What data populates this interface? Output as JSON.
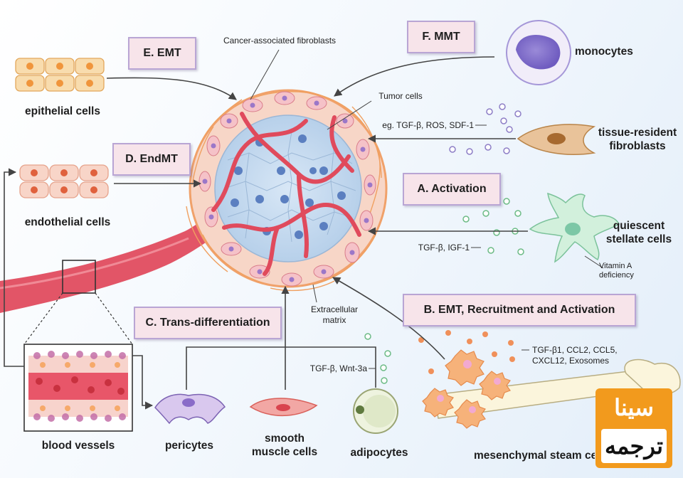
{
  "boxes": {
    "emt": "E. EMT",
    "mmt": "F. MMT",
    "endmt": "D. EndMT",
    "activation": "A. Activation",
    "emt_recruit": "B. EMT, Recruitment and Activation",
    "trans_diff": "C. Trans-differentiation"
  },
  "labels": {
    "caf": "Cancer-associated fibroblasts",
    "tumor_cells": "Tumor cells",
    "ecm_line1": "Extracellular",
    "ecm_line2": "matrix",
    "epithelial": "epithelial cells",
    "endothelial": "endothelial cells",
    "blood_vessels": "blood vessels",
    "pericytes": "pericytes",
    "smooth_line1": "smooth",
    "smooth_line2": "muscle cells",
    "adipocytes": "adipocytes",
    "mesenchymal": "mesenchymal steam cells",
    "monocytes": "monocytes",
    "trf_line1": "tissue-resident",
    "trf_line2": "fibroblasts",
    "qsc_line1": "quiescent",
    "qsc_line2": "stellate cells",
    "vit_line1": "Vitamin A",
    "vit_line2": "deficiency"
  },
  "factors": {
    "fibroblast": "eg. TGF-β, ROS, SDF-1",
    "stellate": "TGF-β, IGF-1",
    "msc_line1": "TGF-β1, CCL2, CCL5,",
    "msc_line2": "CXCL12, Exosomes",
    "adipo": "TGF-β, Wnt-3a"
  },
  "logo": {
    "line1": "سینا",
    "line2": "ترجمه"
  },
  "colors": {
    "box_fill": "#f7e4ea",
    "box_border": "#b9a5d4",
    "vessel": "#e04a5c",
    "tumor_cell": "#c9dcf0",
    "logo": "#f29a1d"
  }
}
